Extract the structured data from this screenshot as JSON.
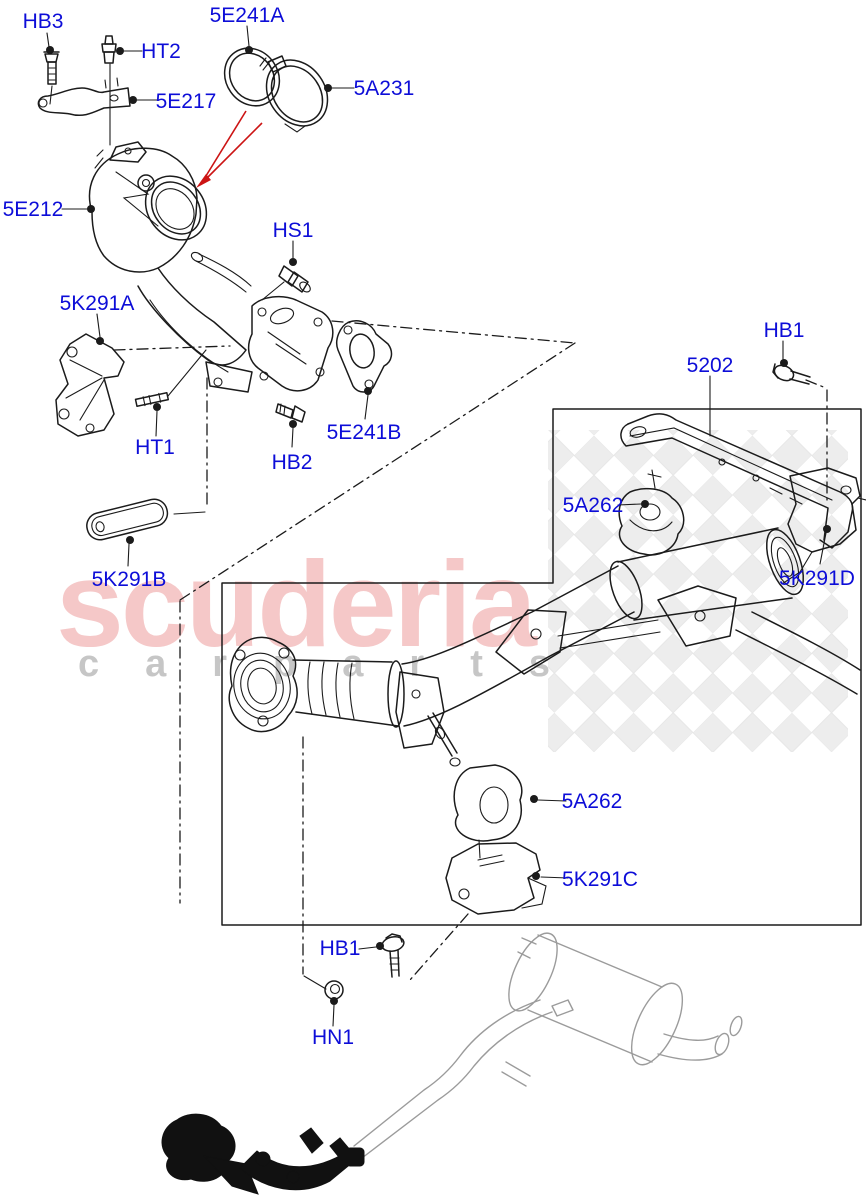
{
  "labels": {
    "hb3": "HB3",
    "ht2": "HT2",
    "e217": "5E217",
    "e241a": "5E241A",
    "a231": "5A231",
    "e212": "5E212",
    "hs1": "HS1",
    "k291a": "5K291A",
    "ht1": "HT1",
    "hb2": "HB2",
    "e241b": "5E241B",
    "hb1_top": "HB1",
    "b5202": "5202",
    "a262_upper": "5A262",
    "k291d": "5K291D",
    "k291b": "5K291B",
    "a262_lower": "5A262",
    "k291c": "5K291C",
    "hb1_bottom": "HB1",
    "hn1": "HN1"
  },
  "watermark": {
    "brand": "scuderia",
    "tagline": "carparts"
  },
  "colors": {
    "label_blue": "#0d0dd8",
    "line_black": "#1b1b1b",
    "red_accent": "#cc1414",
    "watermark_pink": "#f5c8c8",
    "watermark_gray": "#c6c6c6",
    "overview_gray": "#9b9b9b",
    "silhouette_black": "#111111"
  }
}
